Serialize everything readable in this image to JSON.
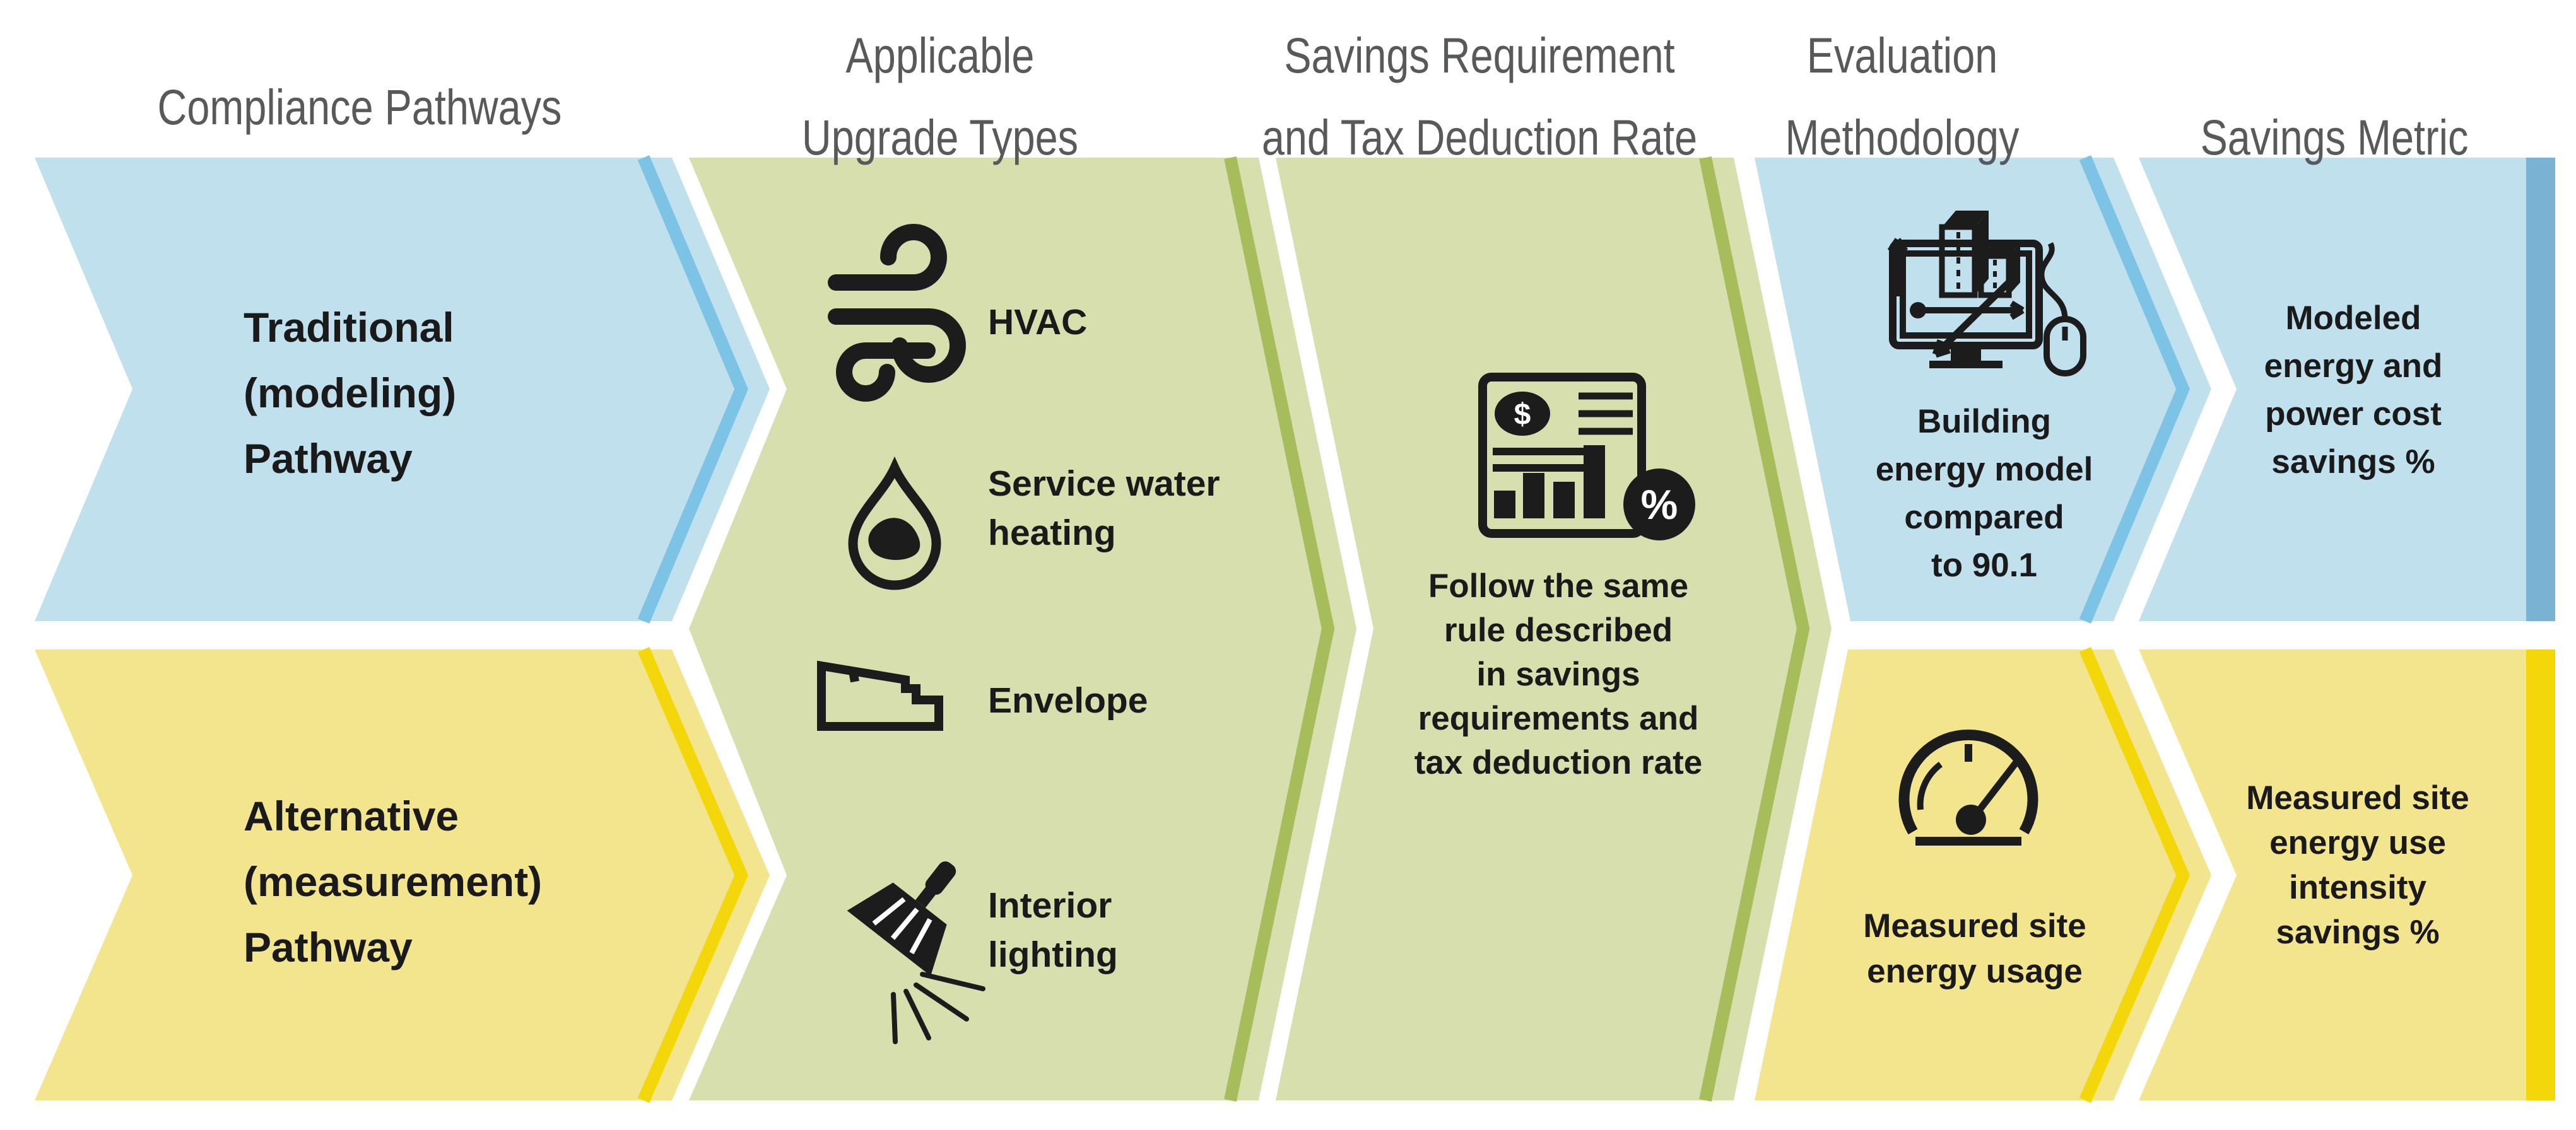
{
  "colors": {
    "blue_body": "#BFE0EC",
    "blue_stripe": "#7CC3E5",
    "blue_edge_bar": "#79B2D3",
    "green_body": "#D6DFAD",
    "green_stripe": "#A7BD5C",
    "yellow_body": "#F2E58E",
    "yellow_stripe": "#F3D70A",
    "header_text": "#58595B",
    "body_text": "#1A1A1A",
    "icon_ink": "#1C1C1C"
  },
  "headers": [
    {
      "lines": [
        "Compliance Pathways"
      ]
    },
    {
      "lines": [
        "Applicable",
        "Upgrade Types"
      ]
    },
    {
      "lines": [
        "Savings Requirement",
        "and Tax Deduction Rate"
      ]
    },
    {
      "lines": [
        "Evaluation",
        "Methodology"
      ]
    },
    {
      "lines": [
        "Savings Metric"
      ]
    }
  ],
  "pathways": {
    "traditional": {
      "lines": [
        "Traditional",
        "(modeling)",
        "Pathway"
      ]
    },
    "alternative": {
      "lines": [
        "Alternative",
        "(measurement)",
        "Pathway"
      ]
    }
  },
  "upgrade_types": [
    {
      "icon": "wind-icon",
      "lines": [
        "HVAC"
      ]
    },
    {
      "icon": "water-heating-icon",
      "lines": [
        "Service water",
        "heating"
      ]
    },
    {
      "icon": "envelope-icon",
      "lines": [
        "Envelope"
      ]
    },
    {
      "icon": "interior-lighting-icon",
      "lines": [
        "Interior",
        "lighting"
      ]
    }
  ],
  "savings_requirement": {
    "lines": [
      "Follow the same",
      "rule described",
      "in savings",
      "requirements and",
      "tax deduction rate"
    ]
  },
  "evaluation": {
    "traditional": {
      "lines": [
        "Building",
        "energy model",
        "compared",
        "to 90.1"
      ]
    },
    "alternative": {
      "lines": [
        "Measured site",
        "energy usage"
      ]
    }
  },
  "savings_metric": {
    "traditional": {
      "lines": [
        "Modeled",
        "energy and",
        "power cost",
        "savings %"
      ]
    },
    "alternative": {
      "lines": [
        "Measured site",
        "energy use",
        "intensity",
        "savings %"
      ]
    }
  },
  "icon_glyphs": {
    "dollar": "$",
    "percent": "%"
  }
}
